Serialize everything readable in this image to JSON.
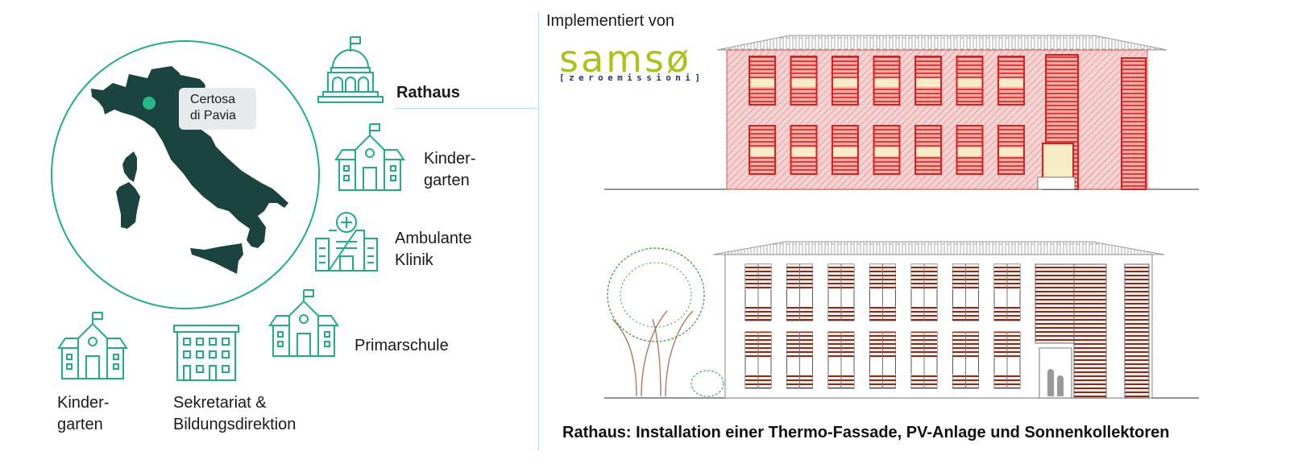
{
  "map": {
    "pin_label_line1": "Certosa",
    "pin_label_line2": "di Pavia",
    "country": "Italy",
    "colors": {
      "land": "#1b4440",
      "circle": "#1fae86",
      "pin": "#22b88a"
    }
  },
  "buildings": [
    {
      "icon": "town-hall-icon",
      "line1": "Rathaus",
      "line2": "",
      "highlighted": true
    },
    {
      "icon": "school-icon",
      "line1": "Kinder-",
      "line2": "garten"
    },
    {
      "icon": "clinic-icon",
      "line1": "Ambulante",
      "line2": "Klinik"
    },
    {
      "icon": "school-icon",
      "line1": "Primarschule",
      "line2": ""
    },
    {
      "icon": "school-icon",
      "line1": "Kinder-",
      "line2": "garten"
    },
    {
      "icon": "office-building-icon",
      "line1": "Sekretariat &",
      "line2": "Bildungsdirektion"
    }
  ],
  "implementer": {
    "heading": "Implementiert von",
    "logo_text": "samsø",
    "logo_subtext": "[zeroemissioni]",
    "colors": {
      "logo": "#a8c41b",
      "subtext": "#1d3a6e"
    }
  },
  "drawings": {
    "top": "facade-elevation-thermal-view",
    "bottom": "facade-elevation-rendered-view"
  },
  "caption": "Rathaus: Installation einer Thermo-Fassade, PV-Anlage und Sonnenkollektoren",
  "accent_color": "#1fae86"
}
